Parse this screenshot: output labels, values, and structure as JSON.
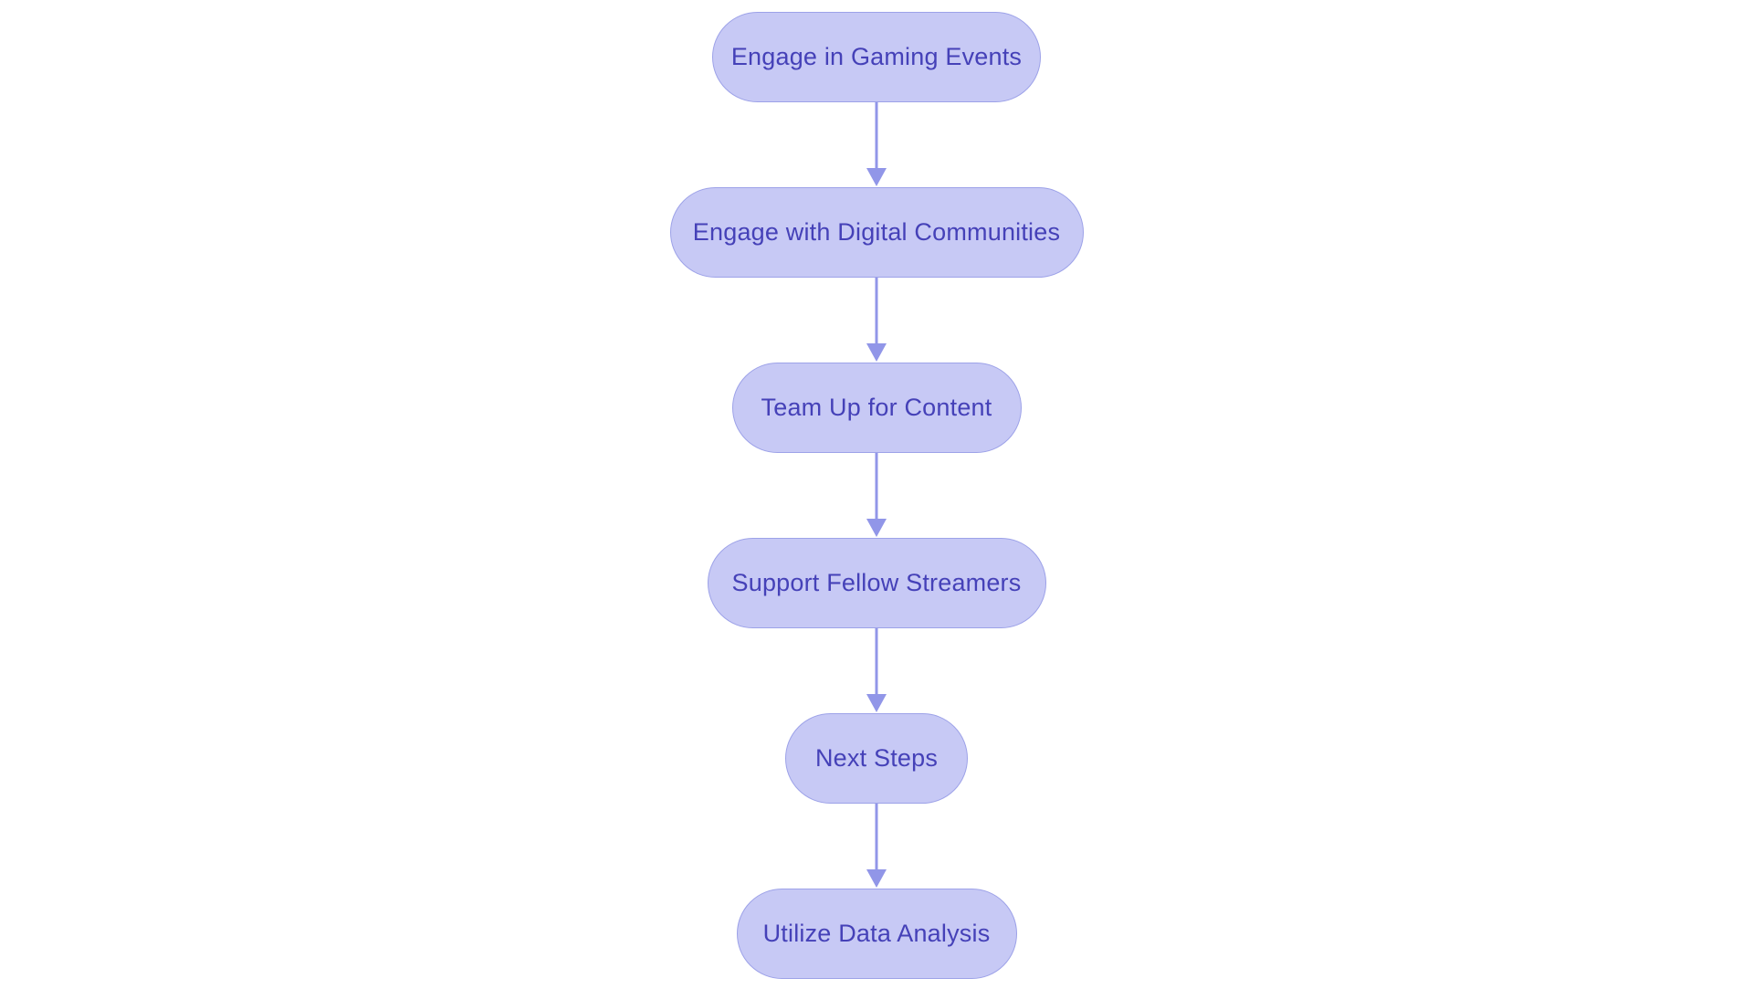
{
  "diagram": {
    "type": "flowchart",
    "direction": "top-down",
    "background_color": "#ffffff",
    "colors": {
      "node_fill": "#c7c9f5",
      "node_border": "#9da2e8",
      "text_color": "#4541b8",
      "arrow_color": "#9196e8"
    },
    "nodes": [
      {
        "label": "Engage in Gaming Events"
      },
      {
        "label": "Engage with Digital Communities"
      },
      {
        "label": "Team Up for Content"
      },
      {
        "label": "Support Fellow Streamers"
      },
      {
        "label": "Next Steps"
      },
      {
        "label": "Utilize Data Analysis"
      }
    ],
    "connector_icon": "arrow-down-icon"
  }
}
